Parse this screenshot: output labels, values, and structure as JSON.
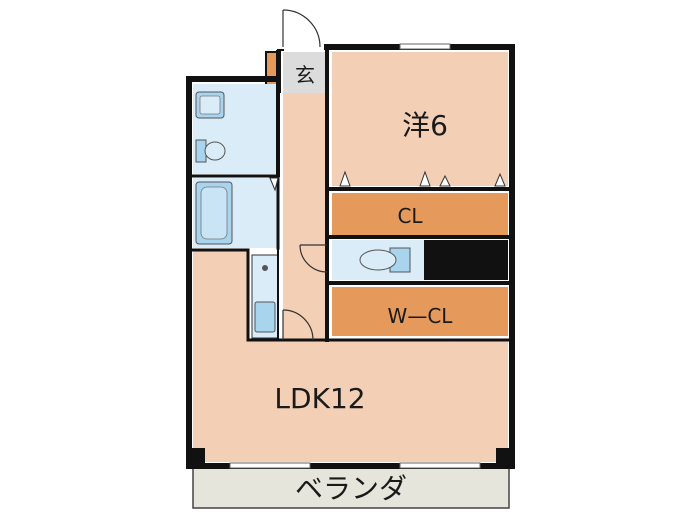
{
  "rooms": {
    "western_room": "洋6",
    "closet": "CL",
    "walk_in_closet": "W—CL",
    "ldk": "LDK12",
    "entrance": "玄",
    "veranda": "ベランダ"
  },
  "colors": {
    "room_fill": "#f2cfb5",
    "closet_fill": "#e59a5c",
    "wet_area_fill": "#d9ecf7",
    "fixture_fill": "#a9d4ee",
    "entrance_fill": "#dcdcdc",
    "veranda_fill": "#e5e5dc",
    "wall": "#111111"
  }
}
